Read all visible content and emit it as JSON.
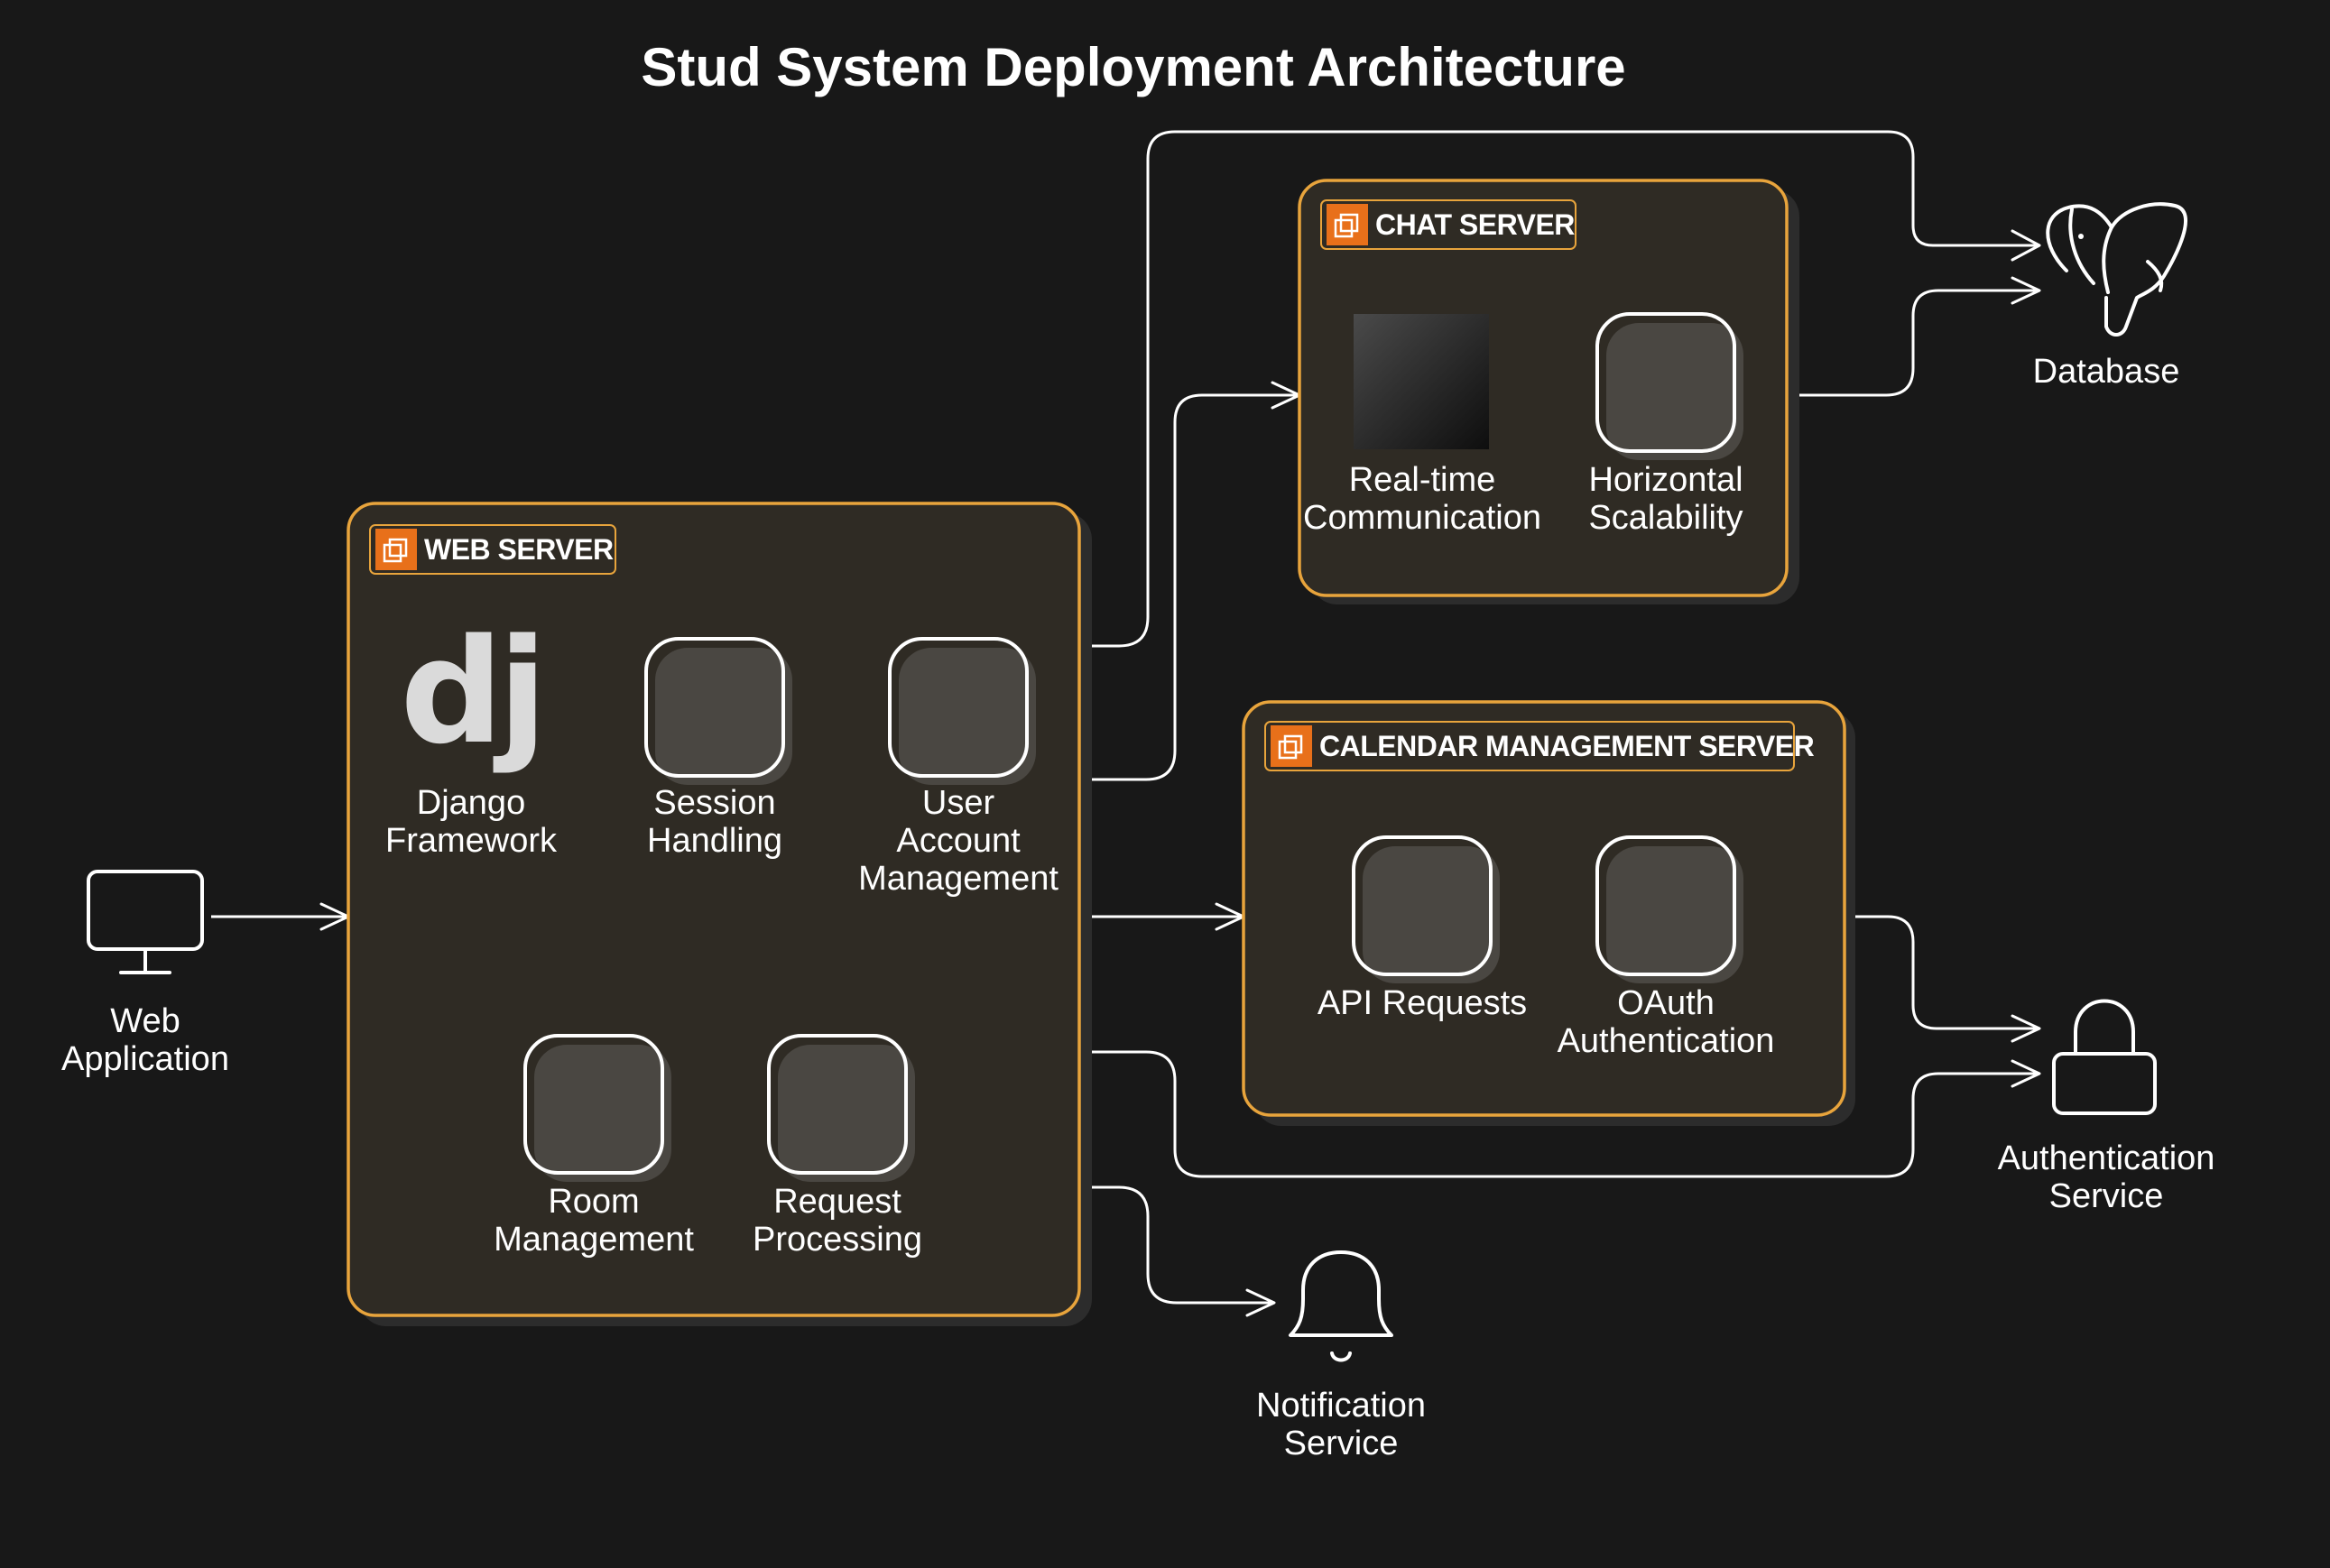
{
  "title": "Stud System Deployment Architecture",
  "colors": {
    "background": "#181818",
    "group_fill": "#2f2b24",
    "group_border": "#e8a43c",
    "badge_fill": "#e8701a",
    "line": "#ffffff"
  },
  "groups": {
    "web_server": {
      "label": "WEB SERVER",
      "items": {
        "django": {
          "label_1": "Django",
          "label_2": "Framework",
          "icon": "django-logo-icon"
        },
        "session": {
          "label_1": "Session",
          "label_2": "Handling"
        },
        "user_account": {
          "label_1": "User",
          "label_2": "Account",
          "label_3": "Management"
        },
        "room": {
          "label_1": "Room",
          "label_2": "Management"
        },
        "request": {
          "label_1": "Request",
          "label_2": "Processing"
        }
      }
    },
    "chat_server": {
      "label": "CHAT SERVER",
      "items": {
        "realtime": {
          "label_1": "Real-time",
          "label_2": "Communication"
        },
        "scalability": {
          "label_1": "Horizontal",
          "label_2": "Scalability"
        }
      }
    },
    "calendar_server": {
      "label": "CALENDAR MANAGEMENT SERVER",
      "items": {
        "api": {
          "label_1": "API Requests"
        },
        "oauth": {
          "label_1": "OAuth",
          "label_2": "Authentication"
        }
      }
    }
  },
  "external": {
    "web_app": {
      "label_1": "Web",
      "label_2": "Application",
      "icon": "monitor-icon"
    },
    "database": {
      "label_1": "Database",
      "icon": "postgresql-elephant-icon"
    },
    "auth_service": {
      "label_1": "Authentication",
      "label_2": "Service",
      "icon": "lock-icon"
    },
    "notification": {
      "label_1": "Notification",
      "label_2": "Service",
      "icon": "bell-icon"
    }
  }
}
